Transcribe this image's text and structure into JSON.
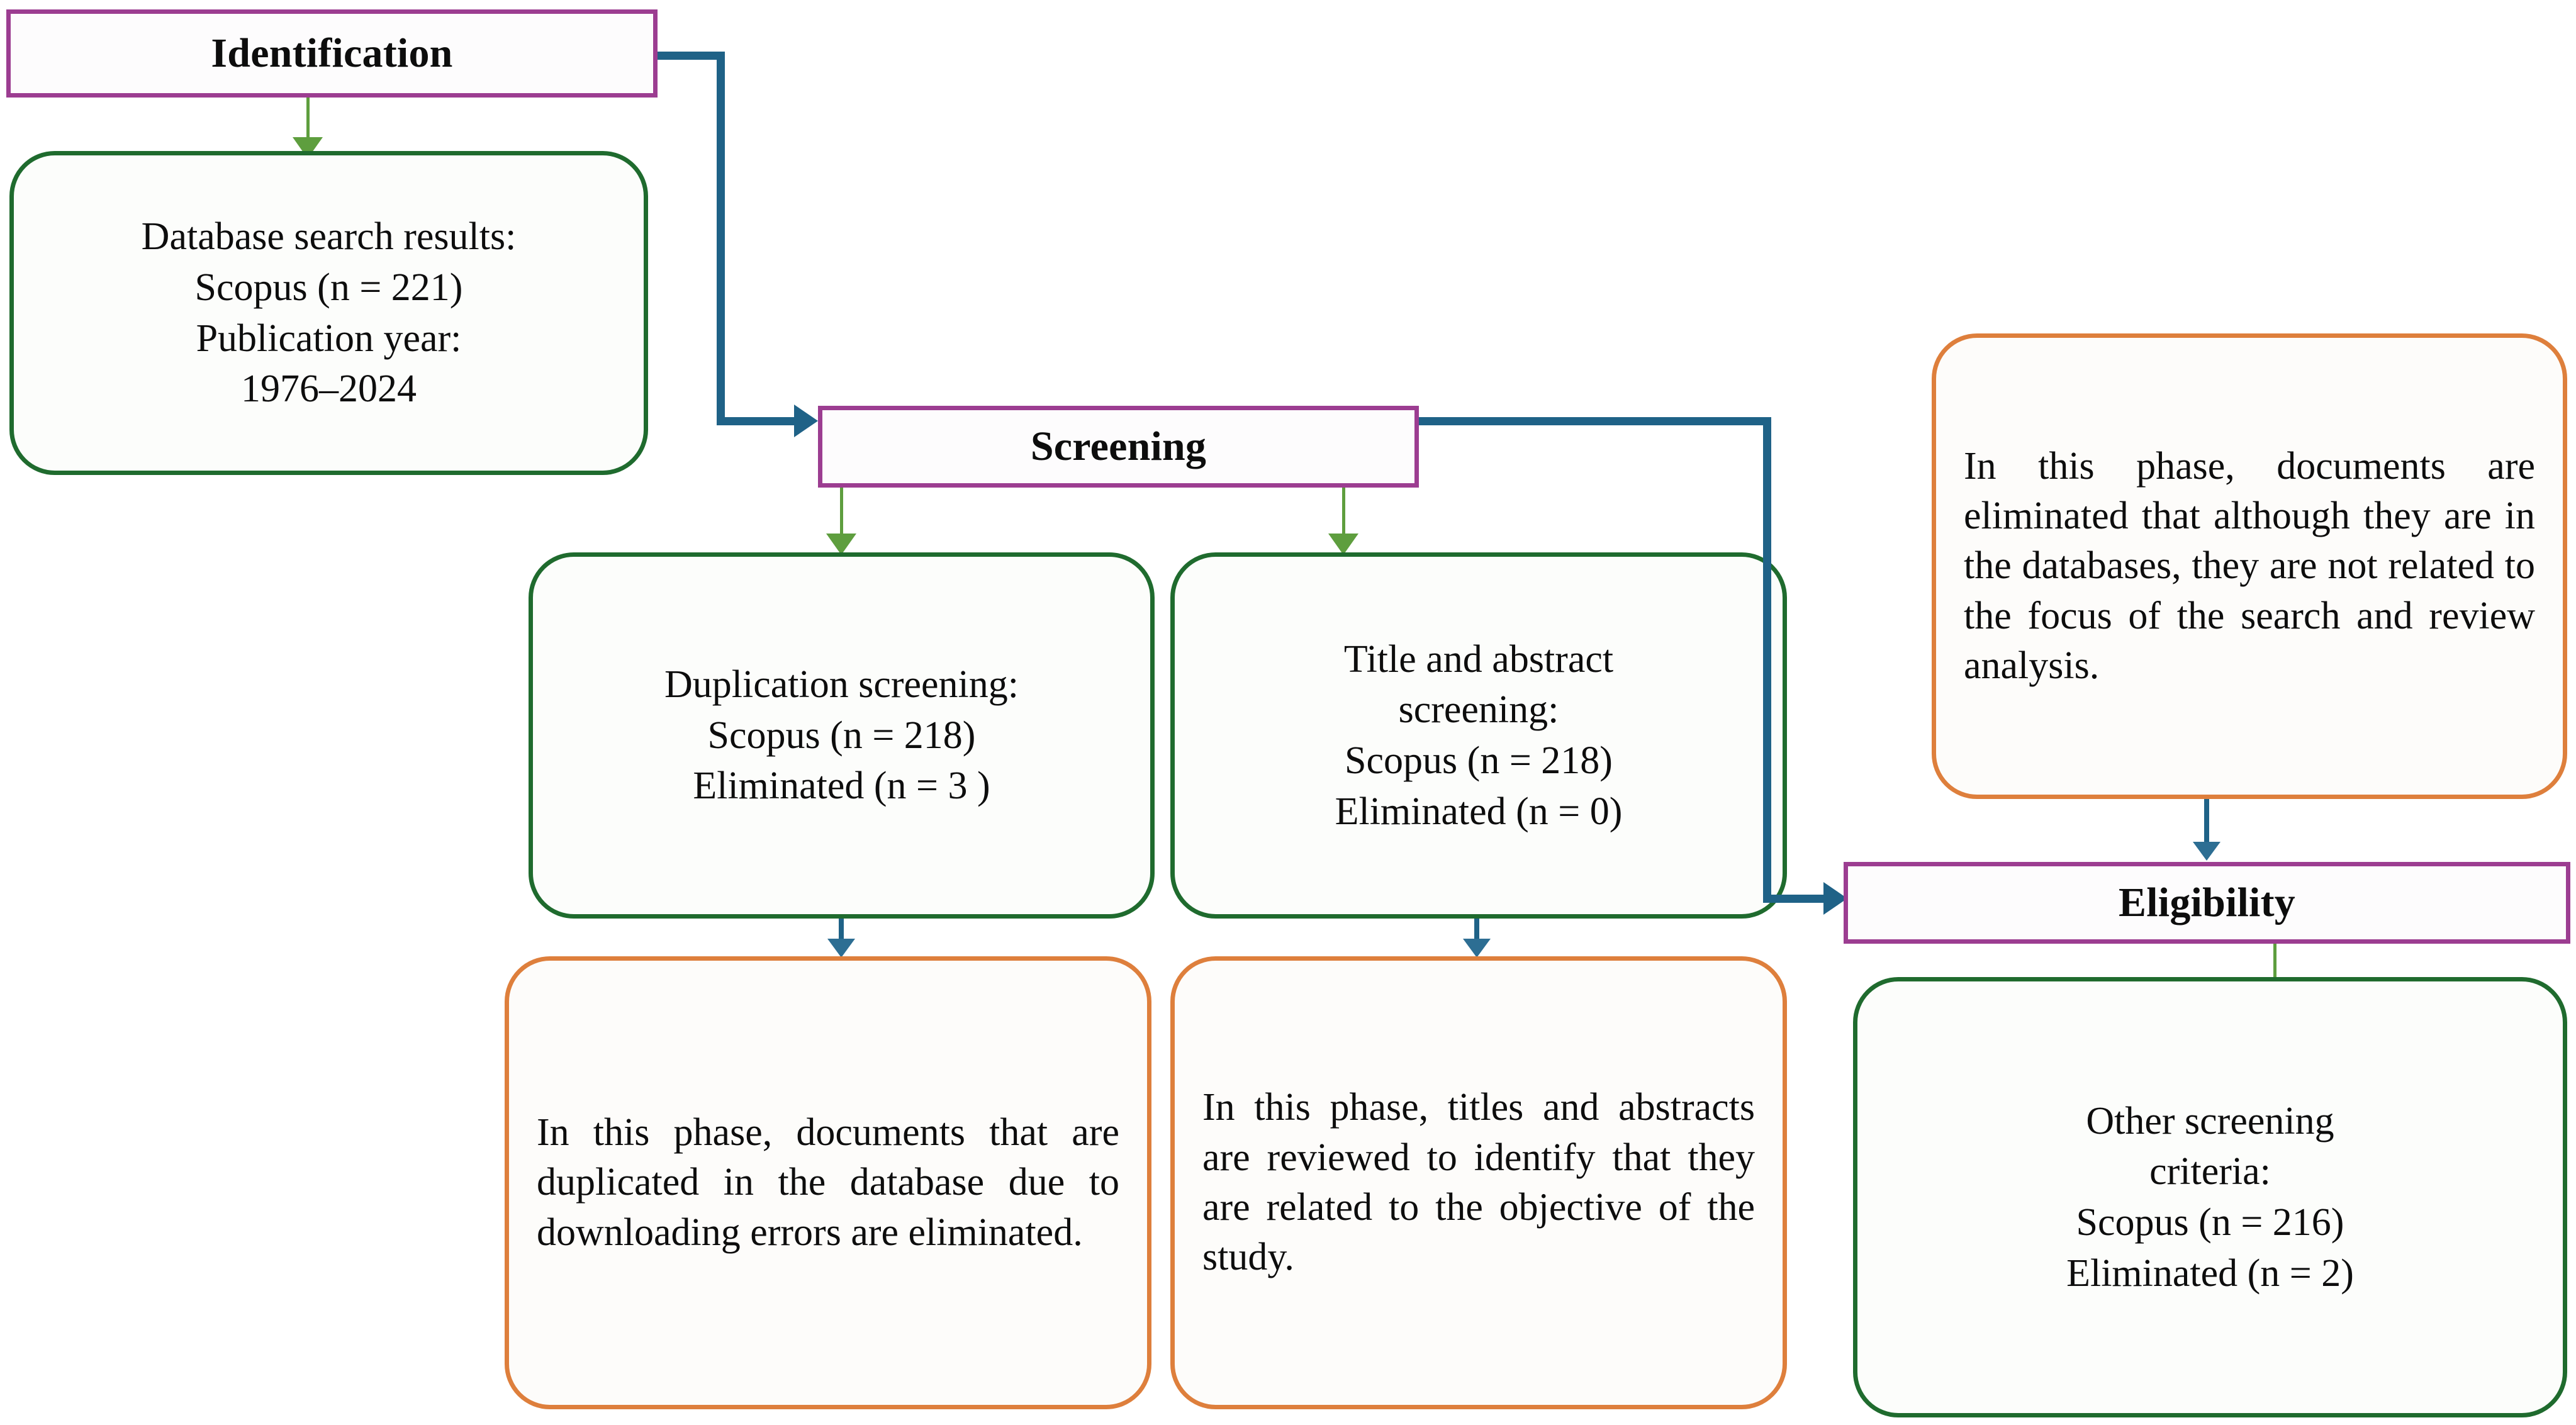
{
  "diagram": {
    "title": "PRISMA study selection flow diagram",
    "colors": {
      "phase_border": "#9C3D91",
      "data_border": "#1F6B2E",
      "note_border": "#DE7F3C",
      "flow_connector": "#1F6287",
      "step_connector": "#5E9E3E",
      "text": "#0d0d0d",
      "background": "#ffffff"
    }
  },
  "phases": {
    "identification": "Identification",
    "screening": "Screening",
    "eligibility": "Eligibility"
  },
  "boxes": {
    "database_search": {
      "lines": [
        "Database search results:",
        "Scopus (n = 221)",
        "Publication year:",
        "1976–2024"
      ]
    },
    "duplication_screening": {
      "lines": [
        "Duplication screening:",
        "Scopus (n = 218)",
        "Eliminated (n = 3 )"
      ]
    },
    "title_abstract_screening": {
      "lines": [
        "Title and abstract",
        "screening:",
        "Scopus (n = 218)",
        "Eliminated (n = 0)"
      ]
    },
    "other_screening_criteria": {
      "lines": [
        "Other screening",
        "criteria:",
        "Scopus (n = 216)",
        "Eliminated (n = 2)"
      ]
    }
  },
  "notes": {
    "eligibility_note": "In this phase, documents are eliminated that although they are in the databases, they are not related to the focus of the search and review analysis.",
    "duplication_note": "In this phase, documents that are duplicated in the database due to downloading errors are eliminated.",
    "title_abstract_note": "In this phase, titles and abstracts are reviewed to identify that they are related to the objective of the study."
  },
  "chart_data": {
    "type": "table",
    "title": "PRISMA study selection flow",
    "categories": [
      "Database search results",
      "Duplication screening",
      "Title and abstract screening",
      "Other screening criteria"
    ],
    "series": [
      {
        "name": "Scopus records (n)",
        "values": [
          221,
          218,
          218,
          216
        ]
      },
      {
        "name": "Eliminated (n)",
        "values": [
          0,
          3,
          0,
          2
        ]
      }
    ],
    "annotations": [
      "Publication year: 1976–2024"
    ]
  }
}
